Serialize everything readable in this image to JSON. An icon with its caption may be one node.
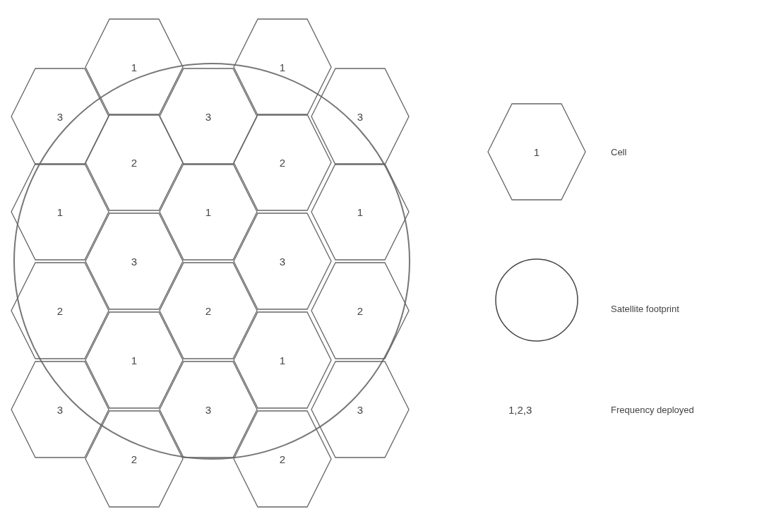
{
  "diagram": {
    "nodes": [
      {
        "text": [
          "1"
        ]
      },
      {
        "text": [
          "1"
        ]
      },
      {
        "text": [
          "3"
        ]
      },
      {
        "text": [
          "3"
        ]
      },
      {
        "text": [
          "3"
        ]
      },
      {
        "text": [
          "2"
        ]
      },
      {
        "text": [
          "2"
        ]
      },
      {
        "text": [
          "1"
        ]
      },
      {
        "text": [
          "1"
        ]
      },
      {
        "text": [
          "1"
        ]
      },
      {
        "text": [
          "3"
        ]
      },
      {
        "text": [
          "3"
        ]
      },
      {
        "text": [
          "2"
        ]
      },
      {
        "text": [
          "2"
        ]
      },
      {
        "text": [
          "2"
        ]
      },
      {
        "text": [
          "1"
        ]
      },
      {
        "text": [
          "1"
        ]
      },
      {
        "text": [
          "3"
        ]
      },
      {
        "text": [
          "3"
        ]
      },
      {
        "text": [
          "3"
        ]
      },
      {
        "text": [
          "2"
        ]
      },
      {
        "text": [
          "2"
        ]
      },
      {
        "text": [
          "1"
        ]
      },
      {
        "text": [],
        "shape": "circle"
      }
    ],
    "labels": [
      "1,2,3"
    ],
    "legend": [
      {
        "text": "Cell"
      },
      {
        "text": "Satellite footprint"
      },
      {
        "text": "Frequency deployed"
      }
    ]
  }
}
